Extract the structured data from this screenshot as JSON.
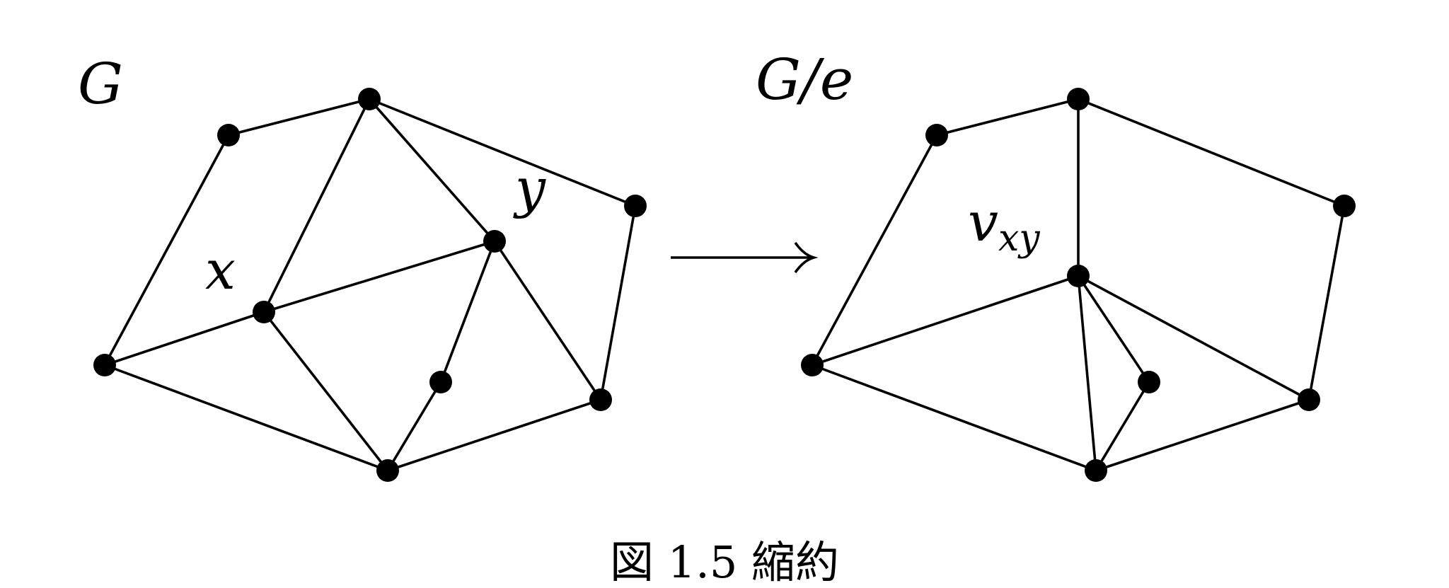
{
  "left_graph": {
    "name_label": "G",
    "vertex_labels": {
      "x": "x",
      "y": "y"
    }
  },
  "right_graph": {
    "name_label_main": "G/e",
    "merged_vertex_label": "v",
    "merged_vertex_subscript": "xy"
  },
  "caption": "図 1.5 縮約"
}
